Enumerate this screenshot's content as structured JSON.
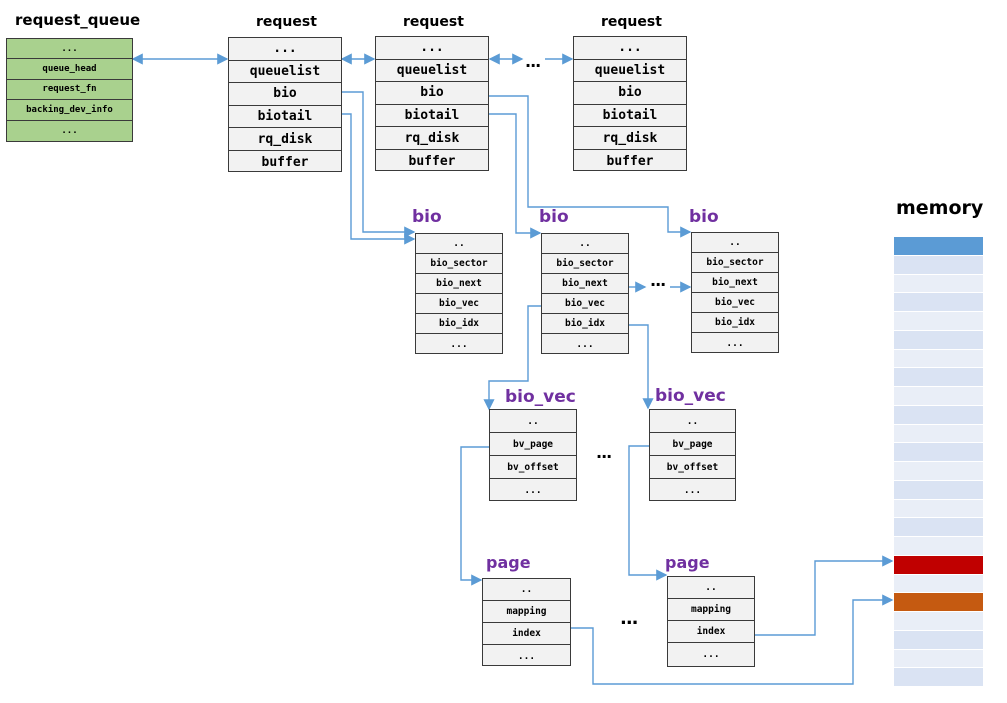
{
  "request_queue": {
    "title": "request_queue",
    "fields": [
      "...",
      "queue_head",
      "request_fn",
      "backing_dev_info",
      "..."
    ]
  },
  "requests": [
    {
      "title": "request",
      "fields": [
        "...",
        "queuelist",
        "bio",
        "biotail",
        "rq_disk",
        "buffer"
      ]
    },
    {
      "title": "request",
      "fields": [
        "...",
        "queuelist",
        "bio",
        "biotail",
        "rq_disk",
        "buffer"
      ]
    },
    {
      "title": "request",
      "fields": [
        "...",
        "queuelist",
        "bio",
        "biotail",
        "rq_disk",
        "buffer"
      ]
    }
  ],
  "bios": [
    {
      "title": "bio",
      "fields": [
        "..",
        "bio_sector",
        "bio_next",
        "bio_vec",
        "bio_idx",
        "..."
      ]
    },
    {
      "title": "bio",
      "fields": [
        "..",
        "bio_sector",
        "bio_next",
        "bio_vec",
        "bio_idx",
        "..."
      ]
    },
    {
      "title": "bio",
      "fields": [
        "..",
        "bio_sector",
        "bio_next",
        "bio_vec",
        "bio_idx",
        "..."
      ]
    }
  ],
  "bio_vecs": [
    {
      "title": "bio_vec",
      "fields": [
        "..",
        "bv_page",
        "bv_offset",
        "..."
      ]
    },
    {
      "title": "bio_vec",
      "fields": [
        "..",
        "bv_page",
        "bv_offset",
        "..."
      ]
    }
  ],
  "pages": [
    {
      "title": "page",
      "fields": [
        "..",
        "mapping",
        "index",
        "..."
      ]
    },
    {
      "title": "page",
      "fields": [
        "..",
        "mapping",
        "index",
        "..."
      ]
    }
  ],
  "ellipses": {
    "request": "...",
    "bio": "...",
    "bio_vec": "...",
    "page": "..."
  },
  "memory": {
    "title": "memory",
    "cells": [
      "#5b9bd5",
      "#dae3f3",
      "#e9eef7",
      "#dae3f3",
      "#e9eef7",
      "#dae3f3",
      "#e9eef7",
      "#dae3f3",
      "#e9eef7",
      "#dae3f3",
      "#e9eef7",
      "#dae3f3",
      "#e9eef7",
      "#dae3f3",
      "#e9eef7",
      "#dae3f3",
      "#e9eef7",
      "#c00000",
      "#e9eef7",
      "#c55a11",
      "#e9eef7",
      "#dae3f3",
      "#e9eef7",
      "#dae3f3"
    ]
  },
  "colors": {
    "connector": "#5b9bd5",
    "struct_title": "#7030a0",
    "queue_fill": "#a9d18e",
    "box_fill": "#f2f2f2"
  }
}
